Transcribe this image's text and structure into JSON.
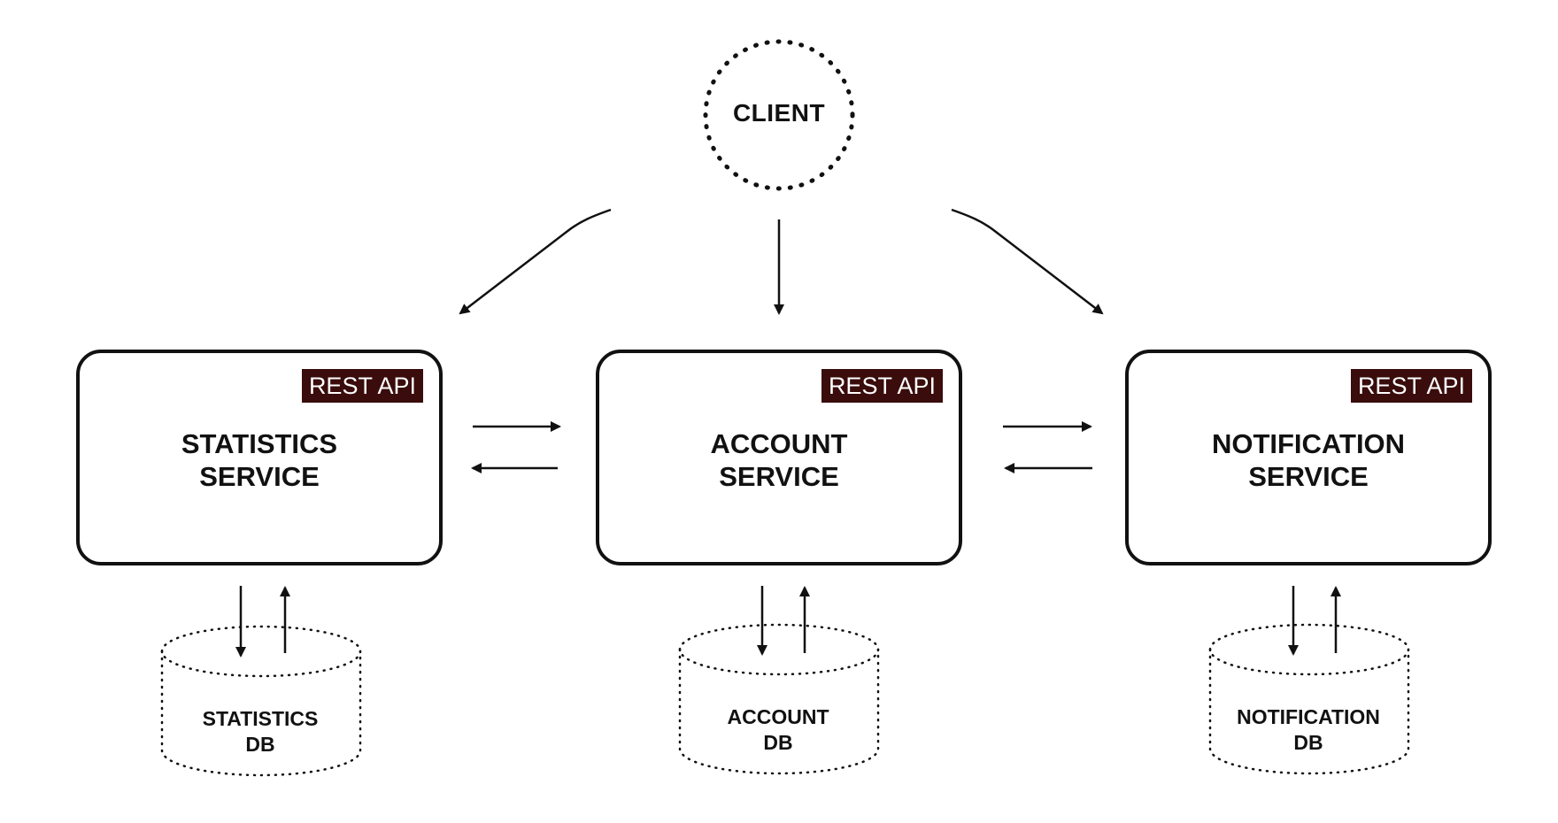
{
  "client": {
    "label": "CLIENT"
  },
  "services": [
    {
      "badge": "REST API",
      "title_line1": "STATISTICS",
      "title_line2": "SERVICE"
    },
    {
      "badge": "REST API",
      "title_line1": "ACCOUNT",
      "title_line2": "SERVICE"
    },
    {
      "badge": "REST API",
      "title_line1": "NOTIFICATION",
      "title_line2": "SERVICE"
    }
  ],
  "databases": [
    {
      "line1": "STATISTICS",
      "line2": "DB"
    },
    {
      "line1": "ACCOUNT",
      "line2": "DB"
    },
    {
      "line1": "NOTIFICATION",
      "line2": "DB"
    }
  ],
  "colors": {
    "badge_bg": "#3a0c0c",
    "stroke": "#111111"
  }
}
